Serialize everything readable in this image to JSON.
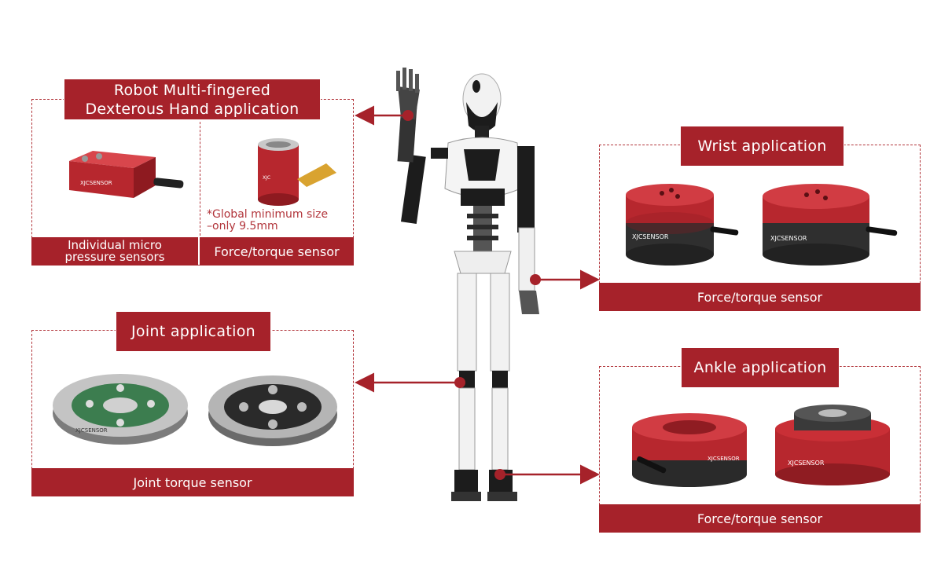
{
  "hand": {
    "title_line1": "Robot Multi-fingered",
    "title_line2": "Dexterous Hand application",
    "micro_label_line1": "Individual micro",
    "micro_label_line2": "pressure sensors",
    "ft_label": "Force/torque sensor",
    "note_line1": "*Global minimum size",
    "note_line2": "–only 9.5mm",
    "brand": "XJCSENSOR"
  },
  "wrist": {
    "title": "Wrist application",
    "label": "Force/torque sensor",
    "brand": "XJCSENSOR"
  },
  "joint": {
    "title": "Joint application",
    "label": "Joint torque sensor",
    "brand": "XJCSENSOR"
  },
  "ankle": {
    "title": "Ankle application",
    "label": "Force/torque sensor",
    "brand": "XJCSENSOR"
  },
  "colors": {
    "accent": "#a6222a",
    "dashed": "#b2353b"
  }
}
